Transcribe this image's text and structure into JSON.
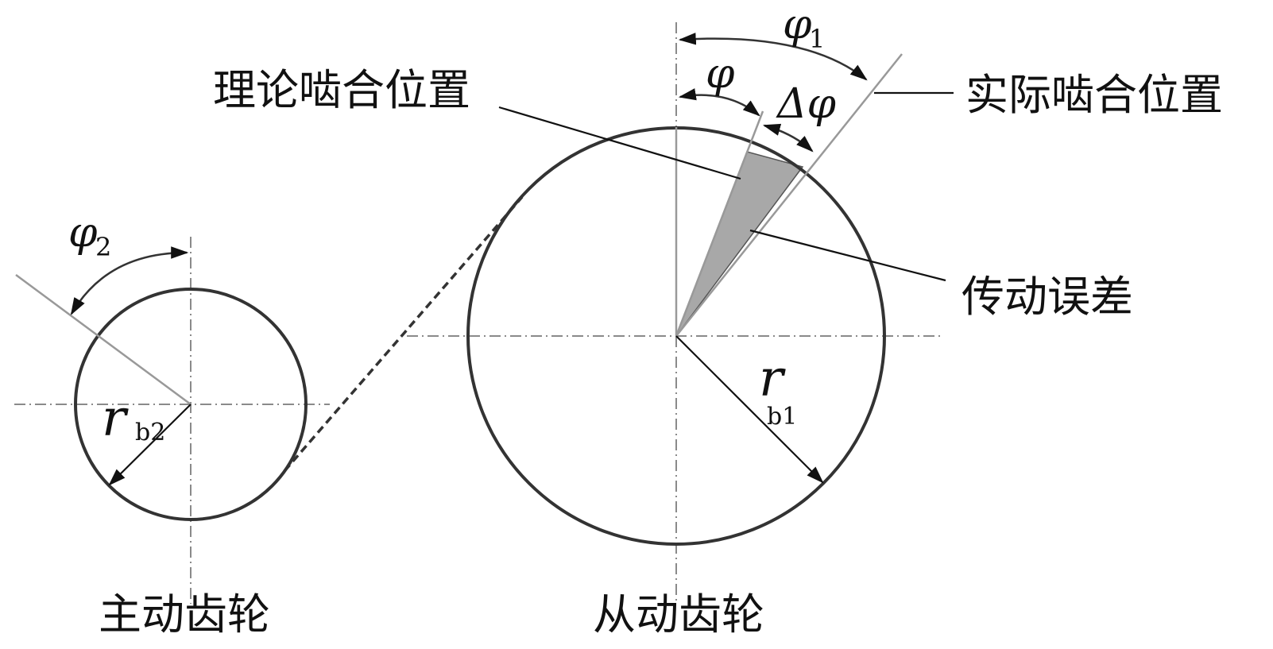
{
  "labels": {
    "theoretical_position": "理论啮合位置",
    "actual_position": "实际啮合位置",
    "transmission_error": "传动误差",
    "driving_gear": "主动齿轮",
    "driven_gear": "从动齿轮"
  },
  "symbols": {
    "phi1_base": "φ",
    "phi1_sub": "1",
    "phi": "φ",
    "delta_phi": "Δφ",
    "phi2_base": "φ",
    "phi2_sub": "2",
    "rb1_base": "r",
    "rb1_sub": "b1",
    "rb2_base": "r",
    "rb2_sub": "b2"
  },
  "colors": {
    "gear_outline": "#333333",
    "center_line": "#8a8a8a",
    "error_wedge": "#a8a8a8"
  }
}
